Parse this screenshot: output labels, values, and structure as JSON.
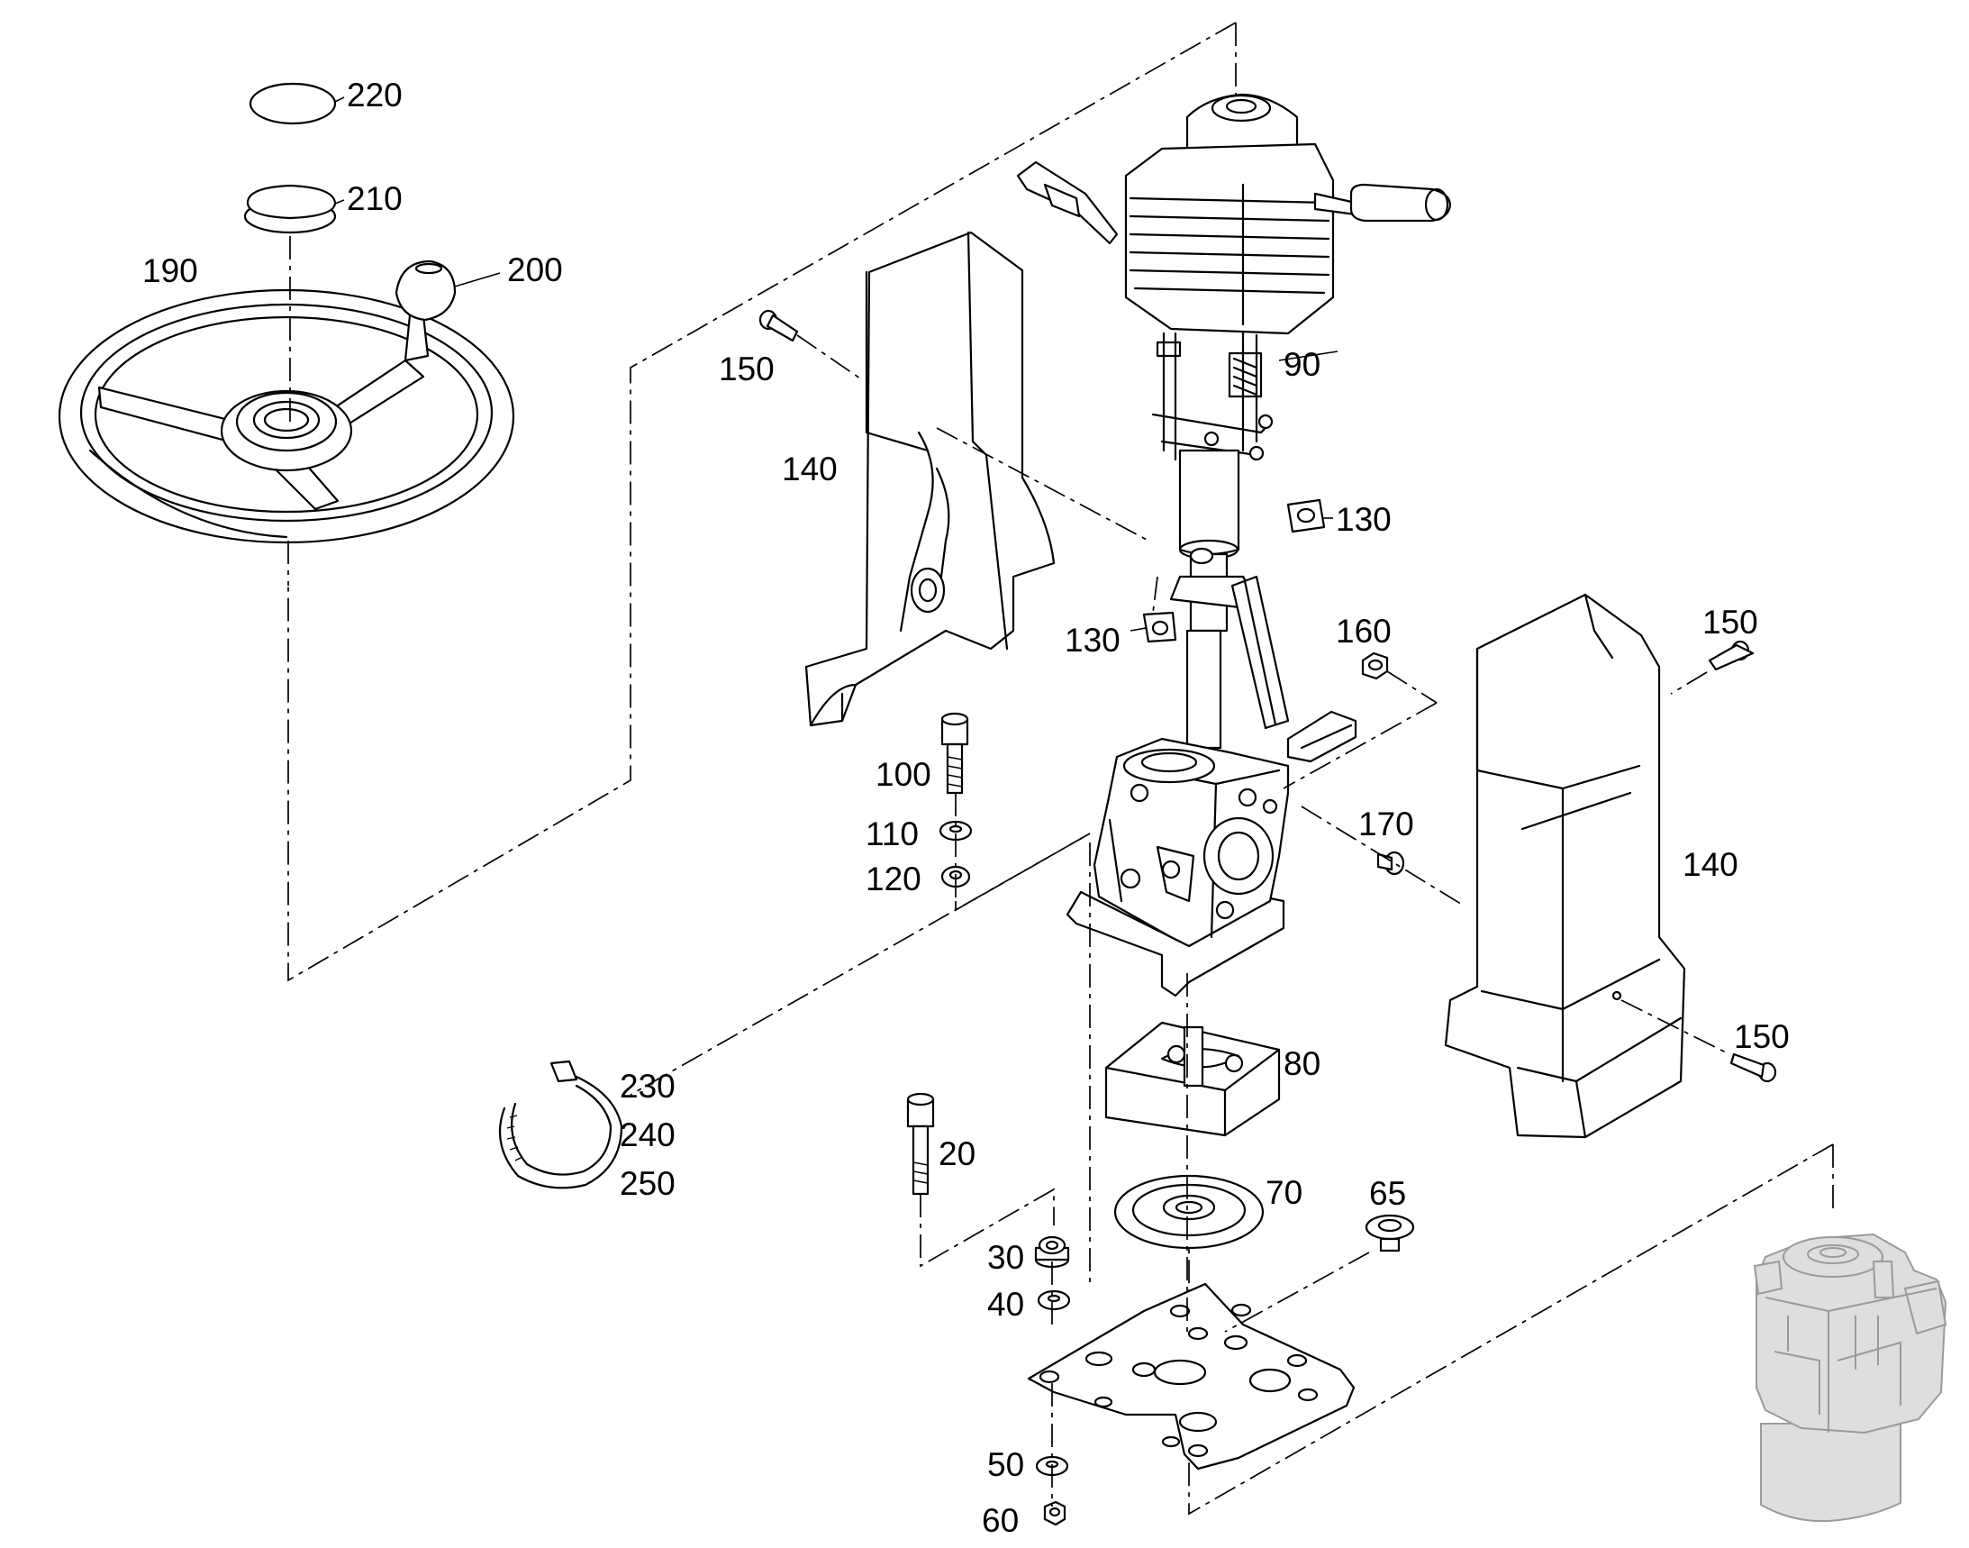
{
  "labels": {
    "l220": "220",
    "l210": "210",
    "l190": "190",
    "l200": "200",
    "l150a": "150",
    "l140a": "140",
    "l90": "90",
    "l130a": "130",
    "l130b": "130",
    "l160": "160",
    "l150b": "150",
    "l100": "100",
    "l110": "110",
    "l120": "120",
    "l170": "170",
    "l140b": "140",
    "l150c": "150",
    "l80": "80",
    "l230": "230",
    "l240": "240",
    "l250": "250",
    "l20": "20",
    "l70": "70",
    "l65": "65",
    "l30": "30",
    "l40": "40",
    "l50": "50",
    "l60": "60"
  }
}
